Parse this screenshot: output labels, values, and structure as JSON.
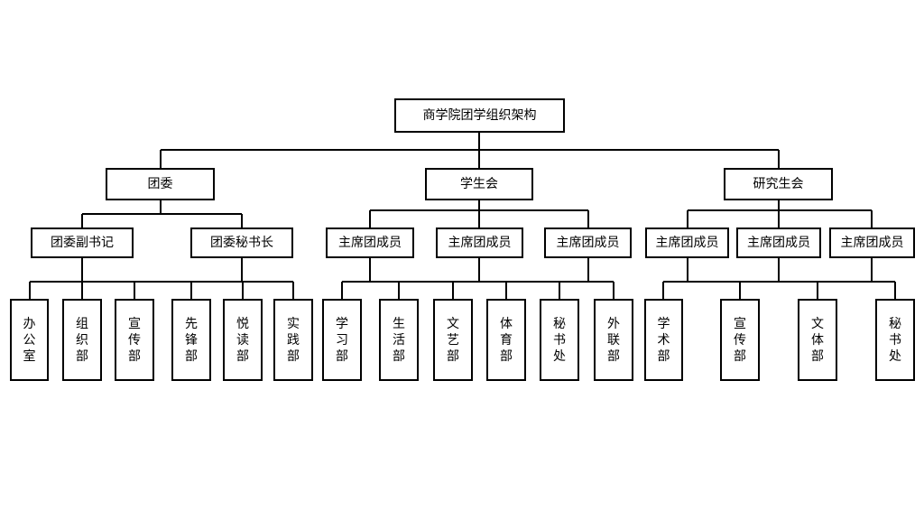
{
  "root": "商学院团学组织架构",
  "branches": [
    {
      "name": "团委",
      "subs": [
        {
          "name": "团委副书记",
          "children": [
            "办公室",
            "组织部",
            "宣传部"
          ]
        },
        {
          "name": "团委秘书长",
          "children": [
            "先锋部",
            "悦读部",
            "实践部"
          ]
        }
      ]
    },
    {
      "name": "学生会",
      "subs": [
        {
          "name": "主席团成员",
          "children": [
            "学习部",
            "生活部"
          ]
        },
        {
          "name": "主席团成员",
          "children": [
            "文艺部",
            "体育部"
          ]
        },
        {
          "name": "主席团成员",
          "children": [
            "秘书处",
            "外联部"
          ]
        }
      ]
    },
    {
      "name": "研究生会",
      "subs": [
        {
          "name": "主席团成员",
          "children": [
            "学术部"
          ]
        },
        {
          "name": "主席团成员",
          "children": [
            "宣传部",
            "文体部"
          ]
        },
        {
          "name": "主席团成员",
          "children": [
            "秘书处"
          ]
        }
      ]
    }
  ]
}
